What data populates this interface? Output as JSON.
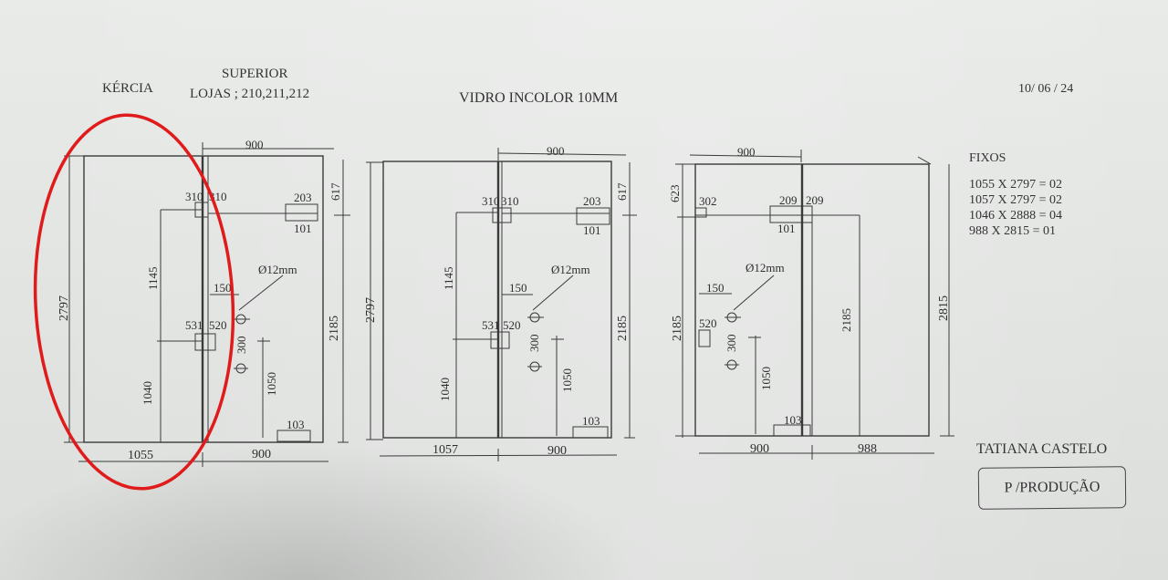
{
  "header": {
    "client": "KÉRCIA",
    "level": "SUPERIOR",
    "stores": "LOJAS ;  210,211,212",
    "glass": "VIDRO INCOLOR 10MM",
    "date": "10/ 06 / 24"
  },
  "fixos": {
    "title": "FIXOS",
    "items": [
      "1055 X 2797 = 02",
      "1057 X 2797 = 02",
      "1046 X 2888 = 04",
      "988 X 2815 = 01"
    ]
  },
  "signature": "TATIANA CASTELO",
  "stamp": "P /PRODUÇÃO",
  "highlight_color": "#e01b1b",
  "drawings": [
    {
      "fixed_width": "1055",
      "fixed_height": "2797",
      "door_width": "900",
      "door_height": "2185",
      "transom": "617",
      "hinge_top_a": "310",
      "hinge_top_b": "310",
      "latch_top": "203",
      "latch_bottom": "101",
      "upper_offset": "1145",
      "lower_offset": "1040",
      "mid_a": "531",
      "mid_b": "520",
      "hole_dia": "Ø12mm",
      "hole_edge": "150",
      "hole_spacing": "300",
      "handle_height": "1050",
      "bottom_gap": "103"
    },
    {
      "fixed_width": "1057",
      "fixed_height": "2797",
      "door_width": "900",
      "door_height": "2185",
      "transom": "617",
      "hinge_top_a": "310",
      "hinge_top_b": "310",
      "latch_top": "203",
      "latch_bottom": "101",
      "upper_offset": "1145",
      "lower_offset": "1040",
      "mid_a": "531",
      "mid_b": "520",
      "hole_dia": "Ø12mm",
      "hole_edge": "150",
      "hole_spacing": "300",
      "handle_height": "1050",
      "bottom_gap": "103"
    },
    {
      "door_width": "900",
      "fixed_width": "988",
      "left_height": "2185",
      "transom": "623",
      "right_height": "2815",
      "inner_height": "2185",
      "hinge_left": "302",
      "latch_a": "209",
      "latch_b": "209",
      "latch_bottom": "101",
      "hole_dia": "Ø12mm",
      "hole_edge": "150",
      "mid": "520",
      "hole_spacing": "300",
      "handle_height": "1050",
      "bottom_gap": "103"
    }
  ]
}
